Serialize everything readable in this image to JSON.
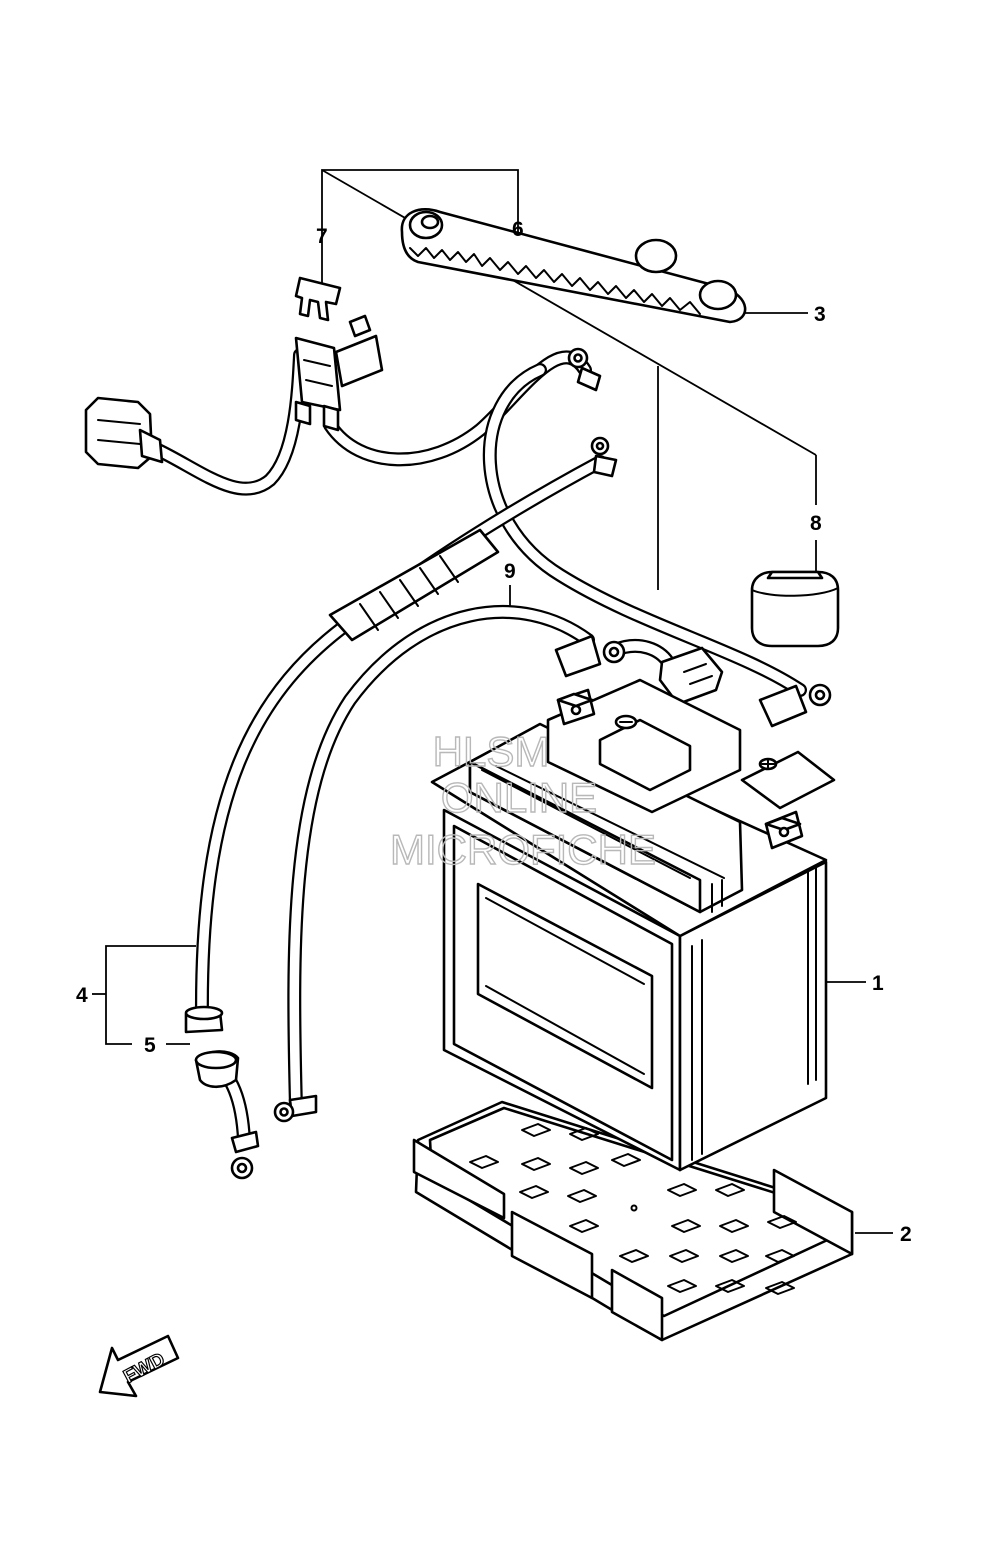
{
  "watermark": {
    "line1": "HLSM",
    "line2": "ONLINE",
    "line3": "MICROFICHE"
  },
  "callouts": [
    {
      "id": "1",
      "label": "1"
    },
    {
      "id": "2",
      "label": "2"
    },
    {
      "id": "3",
      "label": "3"
    },
    {
      "id": "4",
      "label": "4"
    },
    {
      "id": "5",
      "label": "5"
    },
    {
      "id": "6",
      "label": "6"
    },
    {
      "id": "7",
      "label": "7"
    },
    {
      "id": "8",
      "label": "8"
    },
    {
      "id": "9",
      "label": "9"
    }
  ],
  "direction_indicator": {
    "label": "FWD",
    "icon": "fwd-arrow-icon"
  },
  "colors": {
    "line": "#000000",
    "background": "#ffffff",
    "watermark": "#b8b8b8"
  }
}
